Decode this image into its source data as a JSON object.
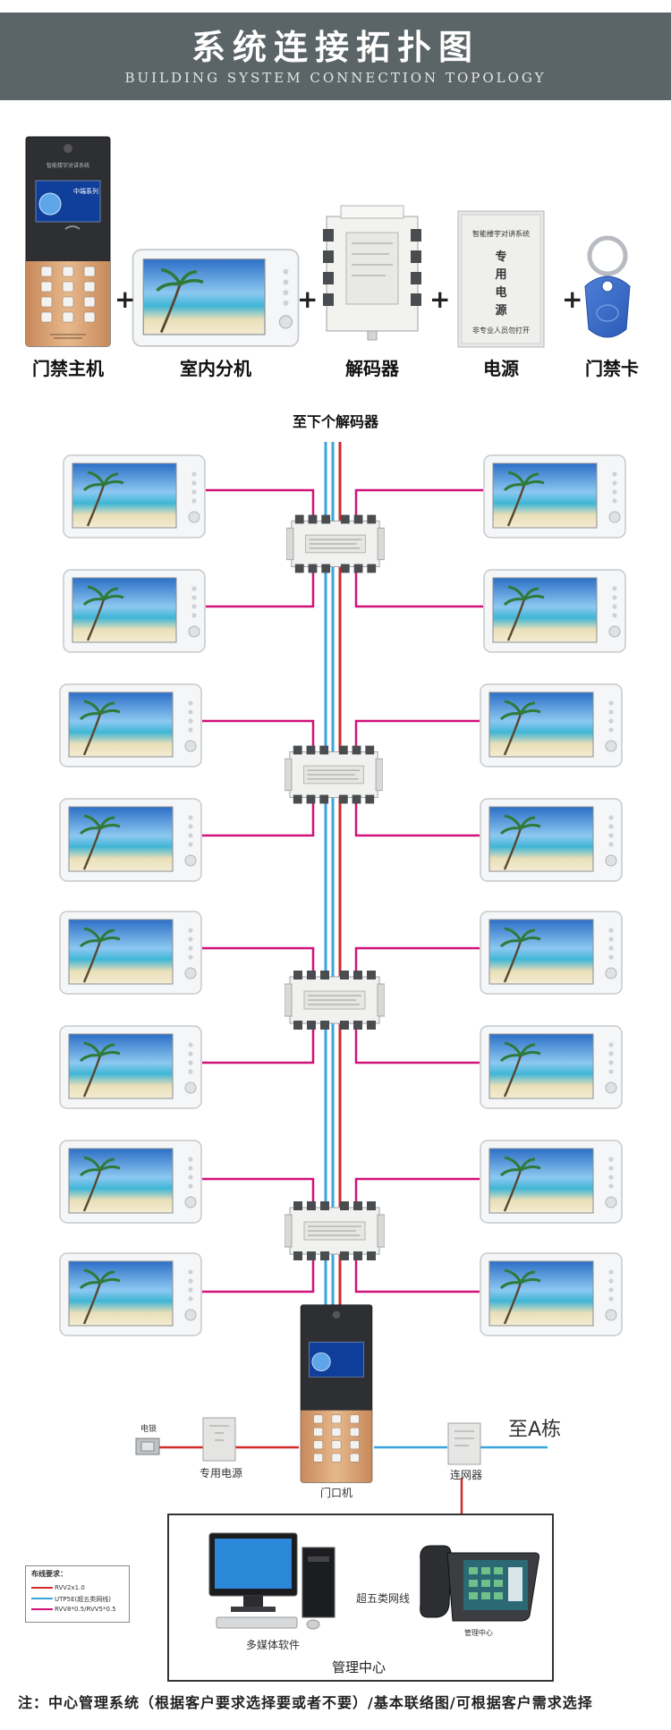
{
  "header": {
    "title": "系统连接拓扑图",
    "subtitle": "BUILDING SYSTEM CONNECTION TOPOLOGY"
  },
  "components": [
    {
      "label": "门禁主机",
      "icon": "door-station-icon"
    },
    {
      "label": "室内分机",
      "icon": "indoor-monitor-icon"
    },
    {
      "label": "解码器",
      "icon": "decoder-icon"
    },
    {
      "label": "电源",
      "icon": "power-supply-icon"
    },
    {
      "label": "门禁卡",
      "icon": "key-fob-icon"
    }
  ],
  "components_plus": "+",
  "panel_text": {
    "door_brand": "智能楼宇对讲系统",
    "screen_tag": "中端系列",
    "psu_brand": "智能楼宇对讲系统",
    "psu_chars": [
      "专",
      "用",
      "电",
      "源"
    ],
    "psu_warning": "非专业人员勿打开"
  },
  "topology": {
    "to_next_decoder": "至下个解码器",
    "to_building_a": "至A栋",
    "lock_label": "电锁",
    "psu_label": "专用电源",
    "door_unit_label": "门口机",
    "hub_label": "连网器",
    "cable_label": "超五类网线",
    "software_label": "多媒体软件",
    "center_device_label": "管理中心",
    "management_center": "管理中心"
  },
  "legend": {
    "title": "布线要求：",
    "items": [
      {
        "text": "RVV2x1.0",
        "color": "#d32a2a"
      },
      {
        "text": "UTP5E(超五类网线)",
        "color": "#3aa5dc"
      },
      {
        "text": "RVV8*0.5/RVV5*0.5",
        "color": "#d1127a"
      }
    ]
  },
  "colors": {
    "banner": "#5b6466",
    "wire_red": "#d32a2a",
    "wire_blue": "#3aa5dc",
    "wire_magenta": "#d1127a",
    "door_gold": "#d09868"
  },
  "note": "注：中心管理系统（根据客户要求选择要或者不要）/基本联络图/可根据客户需求选择"
}
